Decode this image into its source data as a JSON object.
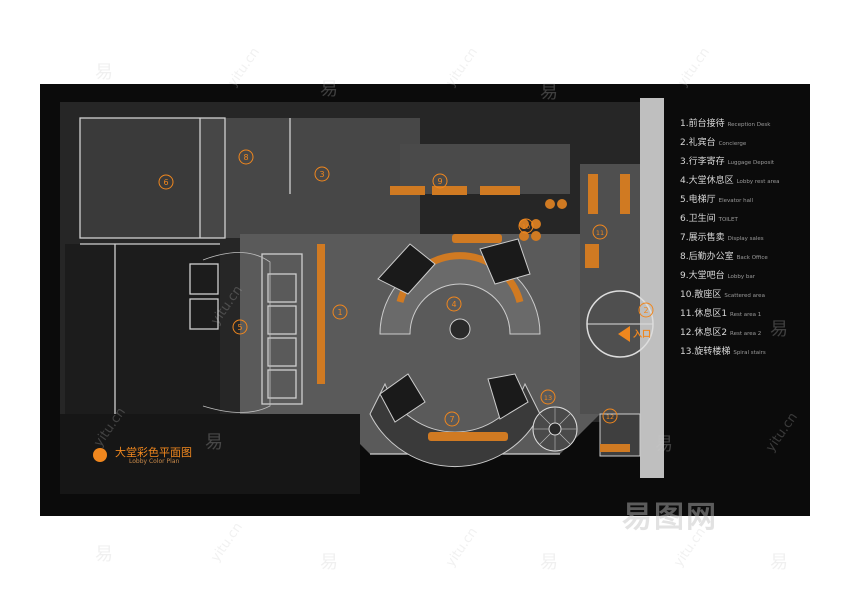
{
  "legend": [
    {
      "cn": "1.前台接待",
      "en": "Reception Desk"
    },
    {
      "cn": "2.礼宾台",
      "en": "Concierge"
    },
    {
      "cn": "3.行李寄存",
      "en": "Luggage Deposit"
    },
    {
      "cn": "4.大堂休息区",
      "en": "Lobby rest area"
    },
    {
      "cn": "5.电梯厅",
      "en": "Elevator hall"
    },
    {
      "cn": "6.卫生间",
      "en": "TOILET"
    },
    {
      "cn": "7.展示售卖",
      "en": "Display sales"
    },
    {
      "cn": "8.后勤办公室",
      "en": "Back Office"
    },
    {
      "cn": "9.大堂吧台",
      "en": "Lobby bar"
    },
    {
      "cn": "10.散座区",
      "en": "Scattered area"
    },
    {
      "cn": "11.休息区1",
      "en": "Rest area 1"
    },
    {
      "cn": "12.休息区2",
      "en": "Rest area 2"
    },
    {
      "cn": "13.旋转楼梯",
      "en": "Spiral stairs"
    }
  ],
  "plan_title": {
    "cn": "大堂彩色平面图",
    "en": "Lobby Color Plan"
  },
  "entrance_label": "入口",
  "room_numbers": [
    "1",
    "2",
    "3",
    "4",
    "5",
    "6",
    "7",
    "8",
    "9",
    "10",
    "11",
    "12",
    "13"
  ],
  "watermark": {
    "glyph": "易",
    "site": "yitu.cn",
    "brand": "易图网"
  },
  "colors": {
    "accent": "#f0871e",
    "board": "#0b0b0b",
    "floor": "#555555",
    "wall": "#cfcfcf"
  }
}
